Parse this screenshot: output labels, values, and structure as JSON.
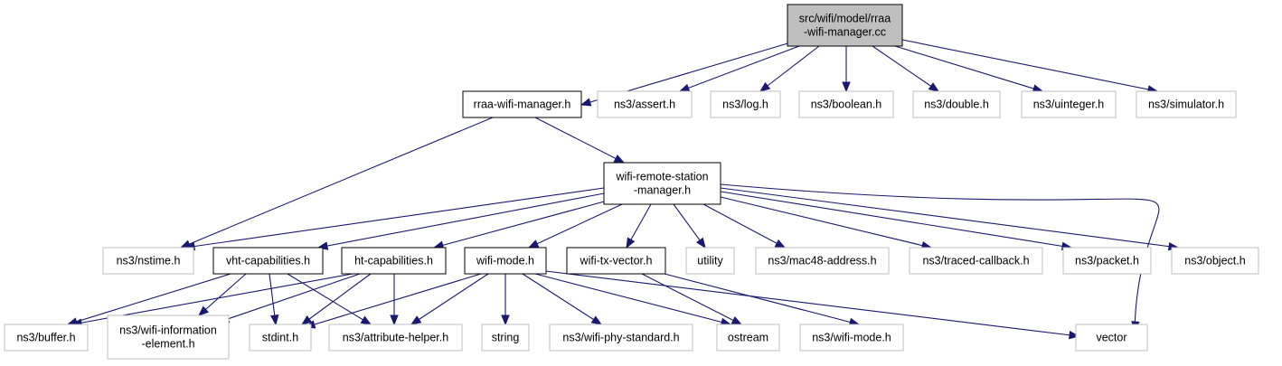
{
  "graph": {
    "colors": {
      "edge": "#191970",
      "root_fill": "#bfbfbf",
      "documented_border": "#000000",
      "external_border": "#bfbfbf"
    },
    "nodes": {
      "root": {
        "lines": [
          "src/wifi/model/rraa",
          "-wifi-manager.cc"
        ],
        "style": "root"
      },
      "rraa": {
        "lines": [
          "rraa-wifi-manager.h"
        ],
        "style": "black"
      },
      "assert": {
        "lines": [
          "ns3/assert.h"
        ],
        "style": "gray"
      },
      "log": {
        "lines": [
          "ns3/log.h"
        ],
        "style": "gray"
      },
      "boolean": {
        "lines": [
          "ns3/boolean.h"
        ],
        "style": "gray"
      },
      "double": {
        "lines": [
          "ns3/double.h"
        ],
        "style": "gray"
      },
      "uinteger": {
        "lines": [
          "ns3/uinteger.h"
        ],
        "style": "gray"
      },
      "simulator": {
        "lines": [
          "ns3/simulator.h"
        ],
        "style": "gray"
      },
      "wrsm": {
        "lines": [
          "wifi-remote-station",
          "-manager.h"
        ],
        "style": "black"
      },
      "nstime": {
        "lines": [
          "ns3/nstime.h"
        ],
        "style": "gray"
      },
      "vht": {
        "lines": [
          "vht-capabilities.h"
        ],
        "style": "black"
      },
      "ht": {
        "lines": [
          "ht-capabilities.h"
        ],
        "style": "black"
      },
      "wmode": {
        "lines": [
          "wifi-mode.h"
        ],
        "style": "black"
      },
      "txvec": {
        "lines": [
          "wifi-tx-vector.h"
        ],
        "style": "black"
      },
      "utility": {
        "lines": [
          "utility"
        ],
        "style": "gray"
      },
      "mac48": {
        "lines": [
          "ns3/mac48-address.h"
        ],
        "style": "gray"
      },
      "traced": {
        "lines": [
          "ns3/traced-callback.h"
        ],
        "style": "gray"
      },
      "packet": {
        "lines": [
          "ns3/packet.h"
        ],
        "style": "gray"
      },
      "object": {
        "lines": [
          "ns3/object.h"
        ],
        "style": "gray"
      },
      "buffer": {
        "lines": [
          "ns3/buffer.h"
        ],
        "style": "gray"
      },
      "wie": {
        "lines": [
          "ns3/wifi-information",
          "-element.h"
        ],
        "style": "gray"
      },
      "stdint": {
        "lines": [
          "stdint.h"
        ],
        "style": "gray"
      },
      "attr": {
        "lines": [
          "ns3/attribute-helper.h"
        ],
        "style": "gray"
      },
      "string": {
        "lines": [
          "string"
        ],
        "style": "gray"
      },
      "phystd": {
        "lines": [
          "ns3/wifi-phy-standard.h"
        ],
        "style": "gray"
      },
      "ostream": {
        "lines": [
          "ostream"
        ],
        "style": "gray"
      },
      "ns3wmode": {
        "lines": [
          "ns3/wifi-mode.h"
        ],
        "style": "gray"
      },
      "vector": {
        "lines": [
          "vector"
        ],
        "style": "gray"
      }
    },
    "edges": [
      [
        "root",
        "rraa"
      ],
      [
        "root",
        "assert"
      ],
      [
        "root",
        "log"
      ],
      [
        "root",
        "boolean"
      ],
      [
        "root",
        "double"
      ],
      [
        "root",
        "uinteger"
      ],
      [
        "root",
        "simulator"
      ],
      [
        "rraa",
        "wrsm"
      ],
      [
        "rraa",
        "nstime"
      ],
      [
        "wrsm",
        "nstime"
      ],
      [
        "wrsm",
        "vht"
      ],
      [
        "wrsm",
        "ht"
      ],
      [
        "wrsm",
        "wmode"
      ],
      [
        "wrsm",
        "txvec"
      ],
      [
        "wrsm",
        "utility"
      ],
      [
        "wrsm",
        "mac48"
      ],
      [
        "wrsm",
        "traced"
      ],
      [
        "wrsm",
        "packet"
      ],
      [
        "wrsm",
        "object"
      ],
      [
        "wrsm",
        "vector"
      ],
      [
        "vht",
        "buffer"
      ],
      [
        "vht",
        "wie"
      ],
      [
        "vht",
        "stdint"
      ],
      [
        "vht",
        "attr"
      ],
      [
        "ht",
        "buffer"
      ],
      [
        "ht",
        "wie"
      ],
      [
        "ht",
        "stdint"
      ],
      [
        "ht",
        "attr"
      ],
      [
        "wmode",
        "stdint"
      ],
      [
        "wmode",
        "attr"
      ],
      [
        "wmode",
        "string"
      ],
      [
        "wmode",
        "phystd"
      ],
      [
        "wmode",
        "ostream"
      ],
      [
        "wmode",
        "vector"
      ],
      [
        "txvec",
        "ostream"
      ],
      [
        "txvec",
        "ns3wmode"
      ]
    ]
  }
}
